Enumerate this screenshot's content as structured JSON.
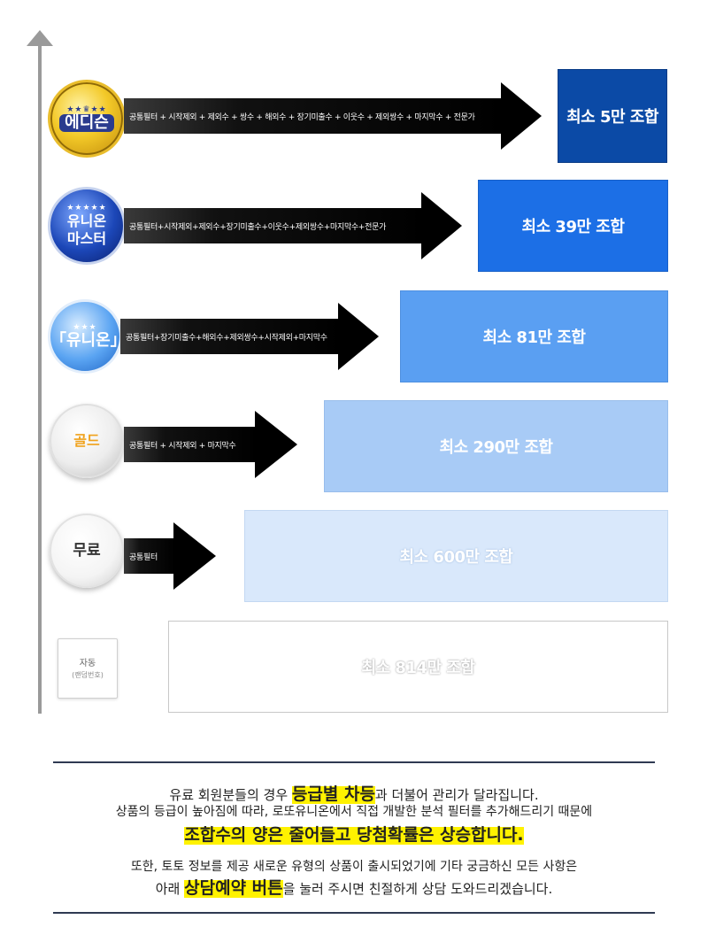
{
  "tiers": [
    {
      "badge_stars": "★★♛★★",
      "badge_text": "에디슨",
      "features": "공통필터 + 시작제외 + 제외수 + 쌍수 + 해외수 + 장기미출수 + 이웃수 + 제외쌍수 + 마지막수 + 전문가",
      "result": "최소 5만 조합",
      "result_bg": "#0b4aa6"
    },
    {
      "badge_stars": "★★★★★",
      "badge_text": "유니온\n마스터",
      "features": "공통필터+시작제외+제외수+장기미출수+이웃수+제외쌍수+마지막수+전문가",
      "result": "최소 39만 조합",
      "result_bg": "#1c6fe6"
    },
    {
      "badge_stars": "★★★",
      "badge_text": "「유니온」",
      "features": "공통필터+장기미출수+해외수+제외쌍수+시작제외+마지막수",
      "result": "최소 81만 조합",
      "result_bg": "#5a9ff2"
    },
    {
      "badge_stars": "",
      "badge_text": "골드",
      "features": "공통필터 + 시작제외 + 마지막수",
      "result": "최소 290만 조합",
      "result_bg": "#a8cbf6"
    },
    {
      "badge_stars": "",
      "badge_text": "무료",
      "features": "공통필터",
      "result": "최소 600만 조합",
      "result_bg": "#d9e8fb"
    },
    {
      "badge_stars": "",
      "badge_text": "자동",
      "badge_sub": "(랜덤번호)",
      "features": "",
      "result": "최소 814만 조합",
      "result_bg": "#ffffff"
    }
  ],
  "footer": {
    "line1_a": "유료 회원분들의 경우 ",
    "line1_hl": "등급별 차등",
    "line1_b": "과 더불어 관리가 달라집니다.",
    "line2": "상품의 등급이 높아짐에 따라, 로또유니온에서 직접 개발한 분석 필터를 추가해드리기 때문에",
    "line3_hl": "조합수의 양은 줄어들고 당첨확률은 상승합니다.",
    "line4": "또한, 토토 정보를 제공 새로운 유형의 상품이 출시되었기에 기타 궁금하신 모든 사항은",
    "line5_a": "아래 ",
    "line5_hl": "상담예약 버튼",
    "line5_b": "을 눌러 주시면 친절하게 상담 도와드리겠습니다."
  },
  "colors": {
    "highlight": "#fff200",
    "rule": "#2f3a52"
  }
}
